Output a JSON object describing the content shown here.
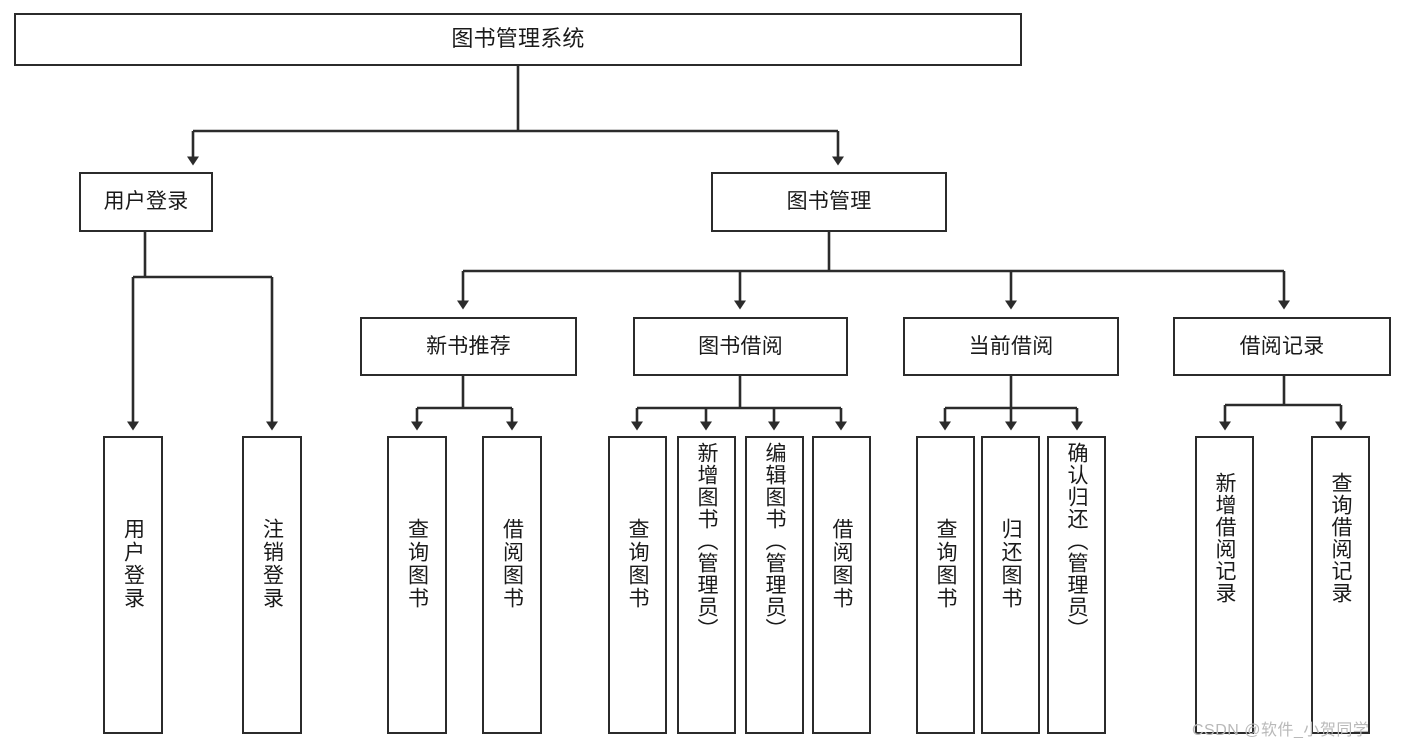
{
  "diagram": {
    "title": "图书管理系统",
    "type": "tree-hierarchy",
    "watermark": "CSDN @软件_小贺同学",
    "colors": {
      "background": "#ffffff",
      "node_fill": "#ffffff",
      "node_border": "#2b2b2b",
      "edge": "#2b2b2b",
      "text": "#1a1a1a",
      "watermark": "#b9b9b9"
    },
    "nodes": {
      "root": {
        "label": "图书管理系统"
      },
      "level2": [
        {
          "label": "用户登录"
        },
        {
          "label": "图书管理"
        }
      ],
      "level3": [
        {
          "label": "新书推荐"
        },
        {
          "label": "图书借阅"
        },
        {
          "label": "当前借阅"
        },
        {
          "label": "借阅记录"
        }
      ],
      "leaves": {
        "user_login": [
          {
            "label": "用户登录"
          },
          {
            "label": "注销登录"
          }
        ],
        "new_book_recommend": [
          {
            "label": "查询图书"
          },
          {
            "label": "借阅图书"
          }
        ],
        "book_borrow": [
          {
            "label": "查询图书"
          },
          {
            "label": "新增图书（管理员）"
          },
          {
            "label": "编辑图书（管理员）"
          },
          {
            "label": "借阅图书"
          }
        ],
        "current_borrow": [
          {
            "label": "查询图书"
          },
          {
            "label": "归还图书"
          },
          {
            "label": "确认归还（管理员）"
          }
        ],
        "borrow_record": [
          {
            "label": "新增借阅记录"
          },
          {
            "label": "查询借阅记录"
          }
        ]
      }
    }
  }
}
